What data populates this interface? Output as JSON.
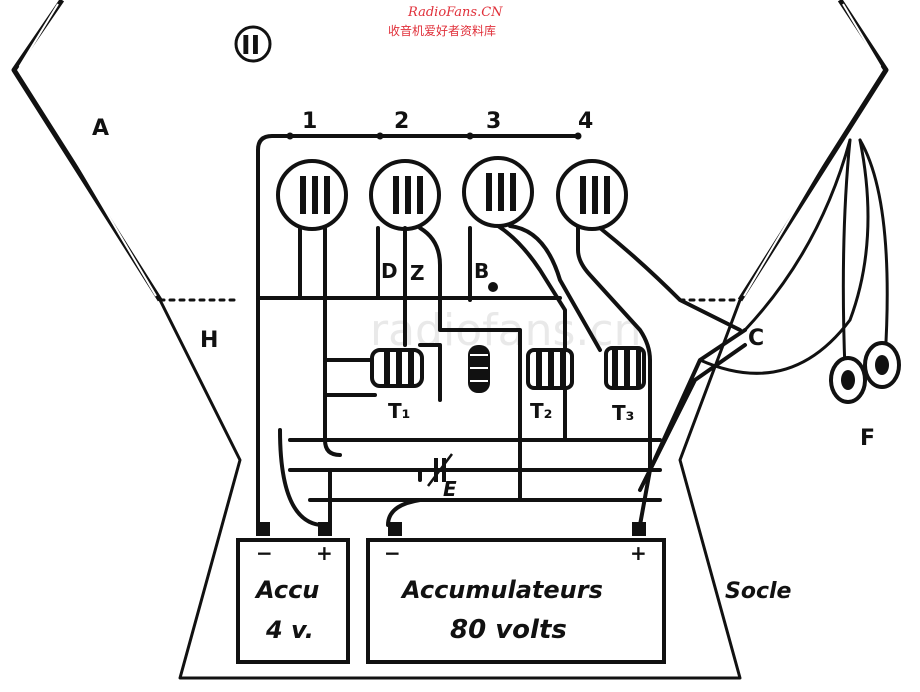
{
  "watermark": {
    "site": "RadioFans.CN",
    "chinese": "收音机爱好者资料库",
    "faint": "radiofans.cn"
  },
  "labels": {
    "figure_number": "II",
    "frame_left": "A",
    "holder": "H",
    "coupler": "C",
    "headphones": "F",
    "stand": "Socle",
    "tube_1": "1",
    "tube_2": "2",
    "tube_3": "3",
    "tube_4": "4",
    "resistor": "Z",
    "grid": "D",
    "bias": "B",
    "transformer_1": "T₁",
    "transformer_2": "T₂",
    "transformer_3": "T₃",
    "capacitor": "E"
  },
  "batteries": {
    "accu_line1": "Accu",
    "accu_line2": "4 v.",
    "main_line1": "Accumulateurs",
    "main_line2": "80 volts",
    "minus": "−",
    "plus": "+"
  }
}
